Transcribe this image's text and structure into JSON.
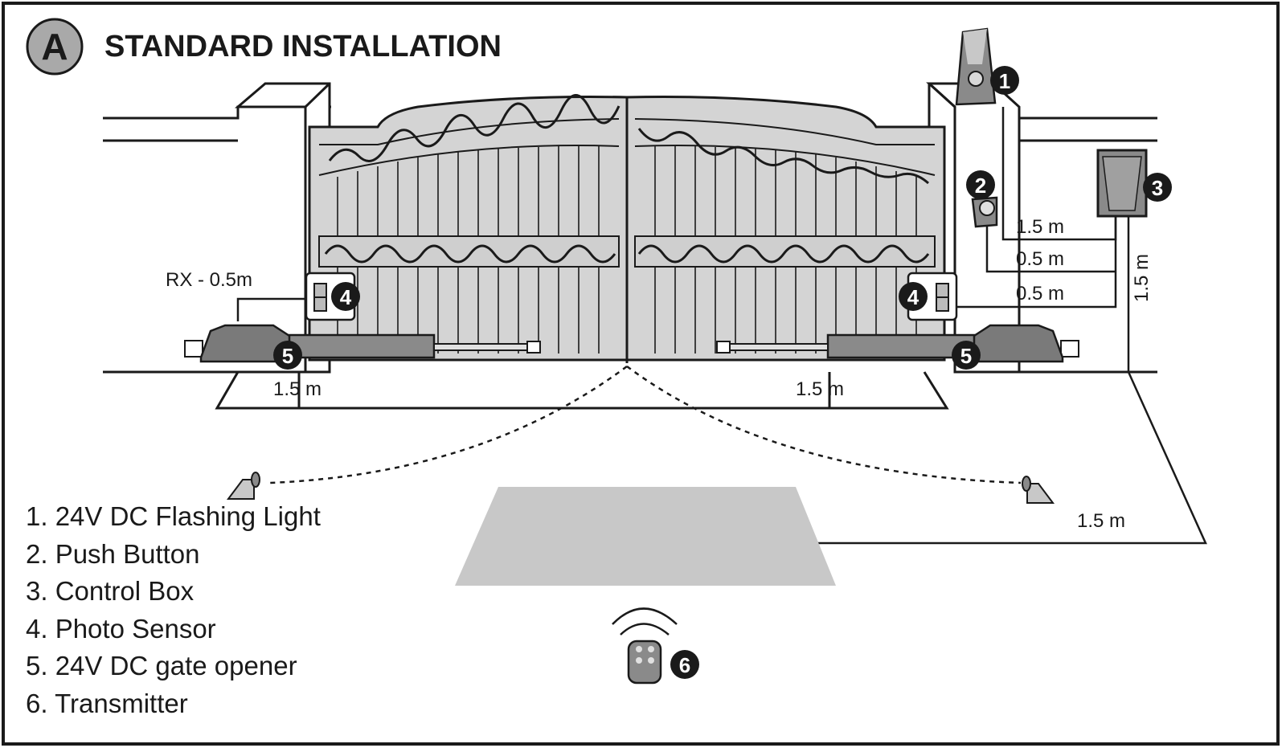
{
  "header": {
    "badge_letter": "A",
    "title": "STANDARD INSTALLATION"
  },
  "dimensions": {
    "rx_label": "RX - 0.5m",
    "left_post_distance": "1.5 m",
    "right_post_distance": "1.5 m",
    "button_to_box": "1.5 m",
    "sensor_to_box_upper": "0.5 m",
    "sensor_to_box_lower": "0.5 m",
    "box_vertical": "1.5 m",
    "ground_run": "1.5 m"
  },
  "callouts": {
    "n1": "1",
    "n2": "2",
    "n3": "3",
    "n4": "4",
    "n5": "5",
    "n6": "6"
  },
  "legend": {
    "items": [
      "1. 24V DC Flashing Light",
      "2. Push Button",
      "3. Control Box",
      "4. Photo Sensor",
      "5. 24V DC gate opener",
      "6. Transmitter"
    ]
  },
  "colors": {
    "gate_fill": "#d4d4d4",
    "metal": "#7a7a7a",
    "area": "#c8c8c8",
    "ink": "#1a1a1a"
  }
}
